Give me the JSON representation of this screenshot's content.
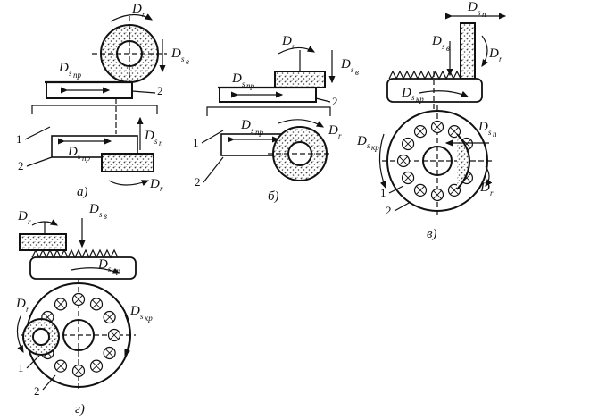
{
  "colors": {
    "ink": "#111111",
    "background": "#ffffff",
    "grain": "#9a9a9a"
  },
  "figure": {
    "panel_a": {
      "caption": "а)",
      "labels": {
        "D": "D",
        "r": "r",
        "s": "s",
        "v": "в",
        "pr": "пр",
        "p": "п",
        "one": "1",
        "two": "2"
      }
    },
    "panel_b": {
      "caption": "б)",
      "labels": {
        "D": "D",
        "r": "r",
        "s": "s",
        "v": "в",
        "pr": "пр",
        "one": "1",
        "two": "2"
      }
    },
    "panel_v": {
      "caption": "в)",
      "labels": {
        "D": "D",
        "r": "r",
        "s": "s",
        "v": "в",
        "kr": "кр",
        "p": "п",
        "one": "1",
        "two": "2"
      }
    },
    "panel_g": {
      "caption": "г)",
      "labels": {
        "D": "D",
        "r": "r",
        "s": "s",
        "v": "в",
        "kr": "кр",
        "one": "1",
        "two": "2"
      }
    }
  }
}
